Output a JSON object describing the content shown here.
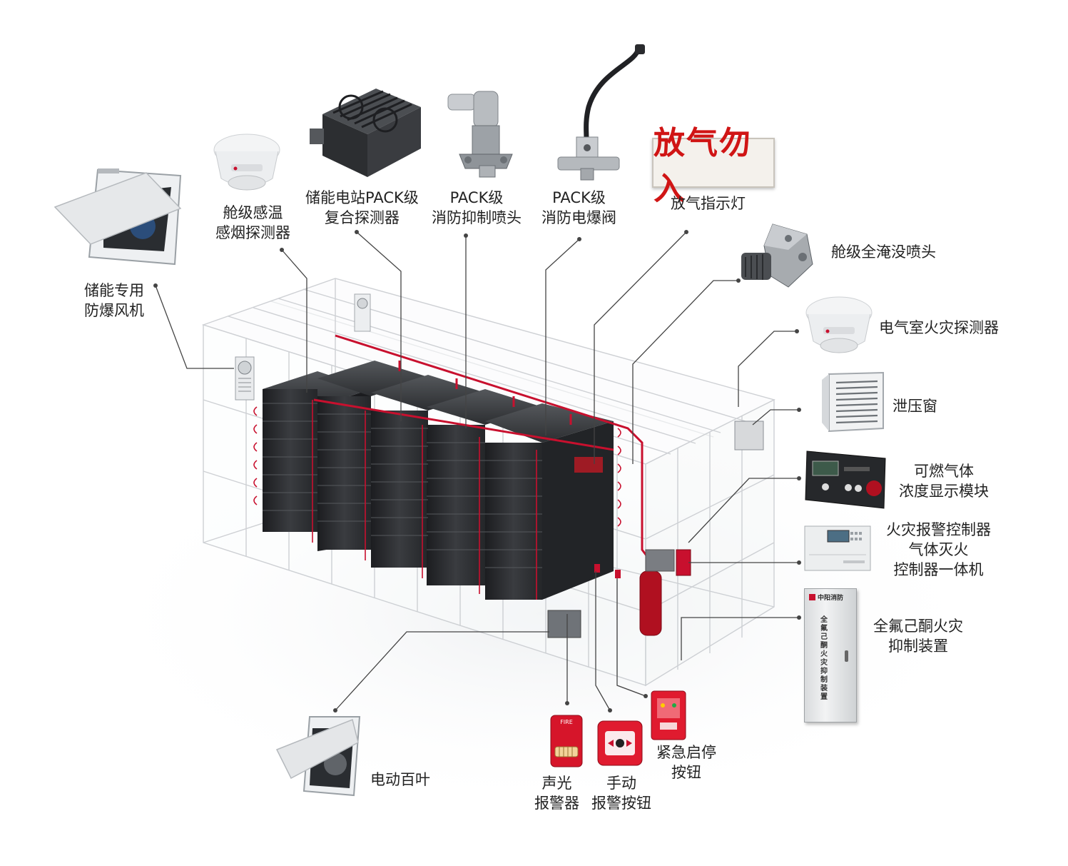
{
  "labels": {
    "fan": [
      "储能专用",
      "防爆风机"
    ],
    "cabin_smoke": [
      "舱级感温",
      "感烟探测器"
    ],
    "pack_detector": [
      "储能电站PACK级",
      "复合探测器"
    ],
    "pack_nozzle": [
      "PACK级",
      "消防抑制喷头"
    ],
    "pack_valve": [
      "PACK级",
      "消防电爆阀"
    ],
    "release_light": "放气指示灯",
    "flood_nozzle": "舱级全淹没喷头",
    "elec_detector": "电气室火灾探测器",
    "vent_window": "泄压窗",
    "gas_module": [
      "可燃气体",
      "浓度显示模块"
    ],
    "controller": [
      "火灾报警控制器",
      "气体灭火",
      "控制器一体机"
    ],
    "suppression": [
      "全氟己酮火灾",
      "抑制装置"
    ],
    "estop": [
      "紧急启停",
      "按钮"
    ],
    "manual_btn": [
      "手动",
      "报警按钮"
    ],
    "siren": [
      "声光",
      "报警器"
    ],
    "louver": "电动百叶"
  },
  "sign_text": "放气勿入",
  "cabinet": {
    "brand": "中阳消防",
    "vertical_text": "全氟己酮火灾抑制装置"
  },
  "siren_text": "FIRE",
  "colors": {
    "pipe": "#c8102e",
    "leader": "#444444",
    "frame": "#c9ccd0",
    "battery": "#2b2d30",
    "sign_red": "#d01515"
  }
}
